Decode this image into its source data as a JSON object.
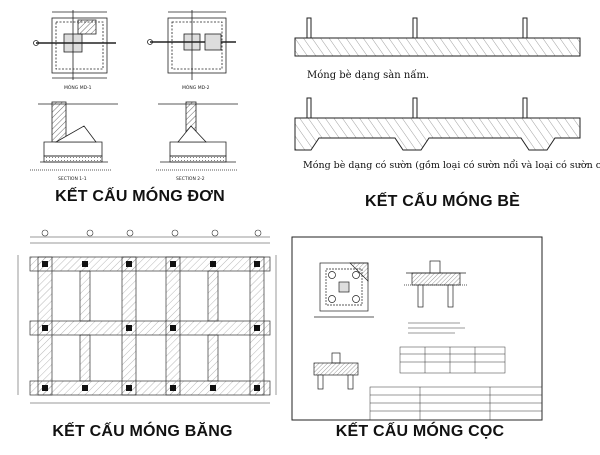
{
  "panels": {
    "mong_don": {
      "caption": "KẾT CẤU MÓNG ĐƠN",
      "labels": {
        "plan1": "MÓNG MD-1",
        "plan2": "MÓNG MD-2",
        "section1": "SECTION 1-1",
        "section2": "SECTION 2-2"
      }
    },
    "mong_be": {
      "caption": "KẾT CẤU MÓNG BÈ",
      "note1": "Móng bè dạng sàn nấm.",
      "note2": "Móng bè dạng có sườn (gồm loại có sườn nổi và loại có sườn chìm)"
    },
    "mong_bang": {
      "caption": "KẾT CẤU MÓNG BĂNG"
    },
    "mong_coc": {
      "caption": "KẾT CẤU MÓNG CỌC"
    }
  }
}
